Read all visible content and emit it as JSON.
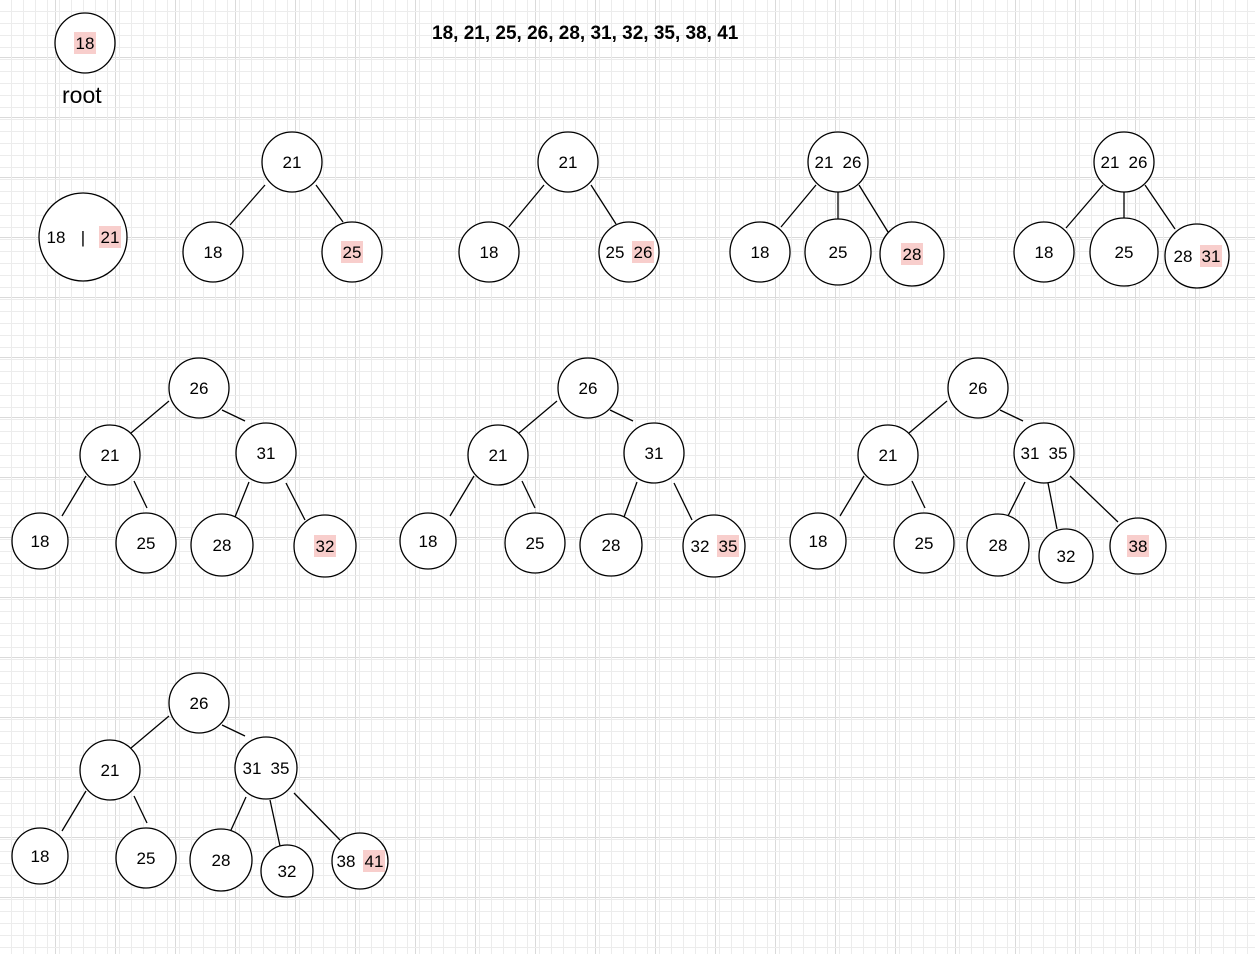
{
  "title": "18, 21, 25, 26, 28, 31, 32, 35, 38, 41",
  "root_label": "root",
  "separator": "|",
  "nodes": {
    "n1": {
      "keys": [
        "18"
      ],
      "hl": [
        0
      ]
    },
    "n2": {
      "keys": [
        "18",
        "21"
      ],
      "hl": [
        1
      ]
    },
    "n3": {
      "keys": [
        "21"
      ],
      "hl": []
    },
    "n4": {
      "keys": [
        "18"
      ],
      "hl": []
    },
    "n5": {
      "keys": [
        "25"
      ],
      "hl": [
        0
      ]
    },
    "n6": {
      "keys": [
        "21"
      ],
      "hl": []
    },
    "n7": {
      "keys": [
        "18"
      ],
      "hl": []
    },
    "n8": {
      "keys": [
        "25",
        "26"
      ],
      "hl": [
        1
      ]
    },
    "n9": {
      "keys": [
        "21",
        "26"
      ],
      "hl": []
    },
    "n10": {
      "keys": [
        "18"
      ],
      "hl": []
    },
    "n11": {
      "keys": [
        "25"
      ],
      "hl": []
    },
    "n12": {
      "keys": [
        "28"
      ],
      "hl": [
        0
      ]
    },
    "n13": {
      "keys": [
        "21",
        "26"
      ],
      "hl": []
    },
    "n14": {
      "keys": [
        "18"
      ],
      "hl": []
    },
    "n15": {
      "keys": [
        "25"
      ],
      "hl": []
    },
    "n16": {
      "keys": [
        "28",
        "31"
      ],
      "hl": [
        1
      ]
    },
    "n17": {
      "keys": [
        "26"
      ],
      "hl": []
    },
    "n18": {
      "keys": [
        "21"
      ],
      "hl": []
    },
    "n19": {
      "keys": [
        "31"
      ],
      "hl": []
    },
    "n20": {
      "keys": [
        "18"
      ],
      "hl": []
    },
    "n21": {
      "keys": [
        "25"
      ],
      "hl": []
    },
    "n22": {
      "keys": [
        "28"
      ],
      "hl": []
    },
    "n23": {
      "keys": [
        "32"
      ],
      "hl": [
        0
      ]
    },
    "n24": {
      "keys": [
        "26"
      ],
      "hl": []
    },
    "n25": {
      "keys": [
        "21"
      ],
      "hl": []
    },
    "n26": {
      "keys": [
        "31"
      ],
      "hl": []
    },
    "n27": {
      "keys": [
        "18"
      ],
      "hl": []
    },
    "n28": {
      "keys": [
        "25"
      ],
      "hl": []
    },
    "n29": {
      "keys": [
        "28"
      ],
      "hl": []
    },
    "n30": {
      "keys": [
        "32",
        "35"
      ],
      "hl": [
        1
      ]
    },
    "n31": {
      "keys": [
        "26"
      ],
      "hl": []
    },
    "n32": {
      "keys": [
        "21"
      ],
      "hl": []
    },
    "n33": {
      "keys": [
        "31",
        "35"
      ],
      "hl": []
    },
    "n34": {
      "keys": [
        "18"
      ],
      "hl": []
    },
    "n35": {
      "keys": [
        "25"
      ],
      "hl": []
    },
    "n36": {
      "keys": [
        "28"
      ],
      "hl": []
    },
    "n37": {
      "keys": [
        "32"
      ],
      "hl": []
    },
    "n38": {
      "keys": [
        "38"
      ],
      "hl": [
        0
      ]
    },
    "n39": {
      "keys": [
        "26"
      ],
      "hl": []
    },
    "n40": {
      "keys": [
        "21"
      ],
      "hl": []
    },
    "n41": {
      "keys": [
        "31",
        "35"
      ],
      "hl": []
    },
    "n42": {
      "keys": [
        "18"
      ],
      "hl": []
    },
    "n43": {
      "keys": [
        "25"
      ],
      "hl": []
    },
    "n44": {
      "keys": [
        "28"
      ],
      "hl": []
    },
    "n45": {
      "keys": [
        "32"
      ],
      "hl": []
    },
    "n46": {
      "keys": [
        "38",
        "41"
      ],
      "hl": [
        1
      ]
    }
  },
  "highlight_color": "#f8cecc"
}
